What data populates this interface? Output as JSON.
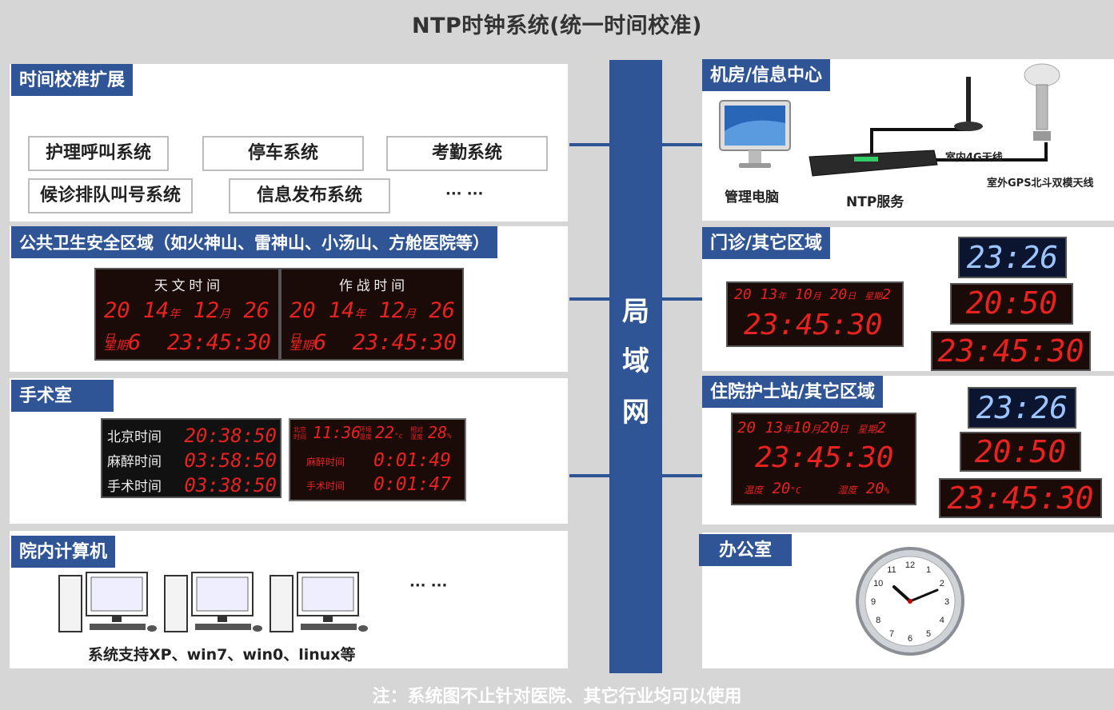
{
  "title": "NTP时钟系统(统一时间校准)",
  "lan": [
    "局",
    "域",
    "网"
  ],
  "footer": "注：系统图不止针对医院、其它行业均可以使用",
  "expansion": {
    "title": "时间校准扩展",
    "systems": [
      "护理呼叫系统",
      "停车系统",
      "考勤系统",
      "候诊排队叫号系统",
      "信息发布系统",
      "··· ···"
    ]
  },
  "public": {
    "title": "公共卫生安全区域（如火神山、雷神山、小汤山、方舱医院等）",
    "panels": [
      {
        "head": "天 文 时 间",
        "year": "20 14",
        "m": "12",
        "d": "26",
        "wk": "6",
        "time": "23:45:30"
      },
      {
        "head": "作 战 时 间",
        "year": "20 14",
        "m": "12",
        "d": "26",
        "wk": "6",
        "time": "23:45:30"
      }
    ],
    "u": {
      "year": "年",
      "month": "月",
      "day": "日",
      "week": "星期"
    }
  },
  "surgery": {
    "title": "手术室",
    "left": [
      {
        "label": "北京时间",
        "time": "20:38:50"
      },
      {
        "label": "麻醉时间",
        "time": "03:58:50"
      },
      {
        "label": "手术时间",
        "time": "03:38:50"
      }
    ],
    "right": {
      "bj": "北京\n时间",
      "clock": "11:36",
      "env": "环境\n温度",
      "temp": "22",
      "c": "°c",
      "hum_l": "相对\n湿度",
      "hum": "28",
      "pct": "%",
      "rows": [
        {
          "label": "麻醉时间",
          "time": "0:01:49"
        },
        {
          "label": "手术时间",
          "time": "0:01:47"
        }
      ]
    }
  },
  "computers": {
    "title": "院内计算机",
    "dots": "··· ···",
    "note": "系统支持XP、win7、win0、linux等"
  },
  "machine": {
    "title": "机房/信息中心",
    "pc": "管理电脑",
    "ntp": "NTP服务",
    "ant4g": "室内4G天线",
    "gps": "室外GPS北斗双模天线"
  },
  "clinic": {
    "title": "门诊/其它区域",
    "led": {
      "date": "20 13",
      "y": "年",
      "m": "10",
      "mu": "月",
      "d": "20",
      "du": "日",
      "wk": "星期",
      "wkn": "2",
      "time": "23:45:30"
    },
    "blue": "23:26",
    "hm": "20:50",
    "hms": "23:45:30"
  },
  "ward": {
    "title": "住院护士站/其它区域",
    "led": {
      "date": "20 13",
      "y": "年",
      "m": "10",
      "mu": "月",
      "d": "20",
      "du": "日",
      "wk": "星期",
      "wkn": "2",
      "time": "23:45:30",
      "tl": "温度",
      "tv": "20",
      "tu": "°C",
      "hl": "湿度",
      "hv": "20",
      "hu": "%"
    },
    "blue": "23:26",
    "hm": "20:50",
    "hms": "23:45:30"
  },
  "office": {
    "title": "办公室",
    "numbers": [
      "12",
      "1",
      "2",
      "3",
      "4",
      "5",
      "6",
      "7",
      "8",
      "9",
      "10",
      "11"
    ]
  },
  "colors": {
    "brand": "#2f5597",
    "led_red": "#e8231f",
    "led_bg": "#1a0a08"
  }
}
